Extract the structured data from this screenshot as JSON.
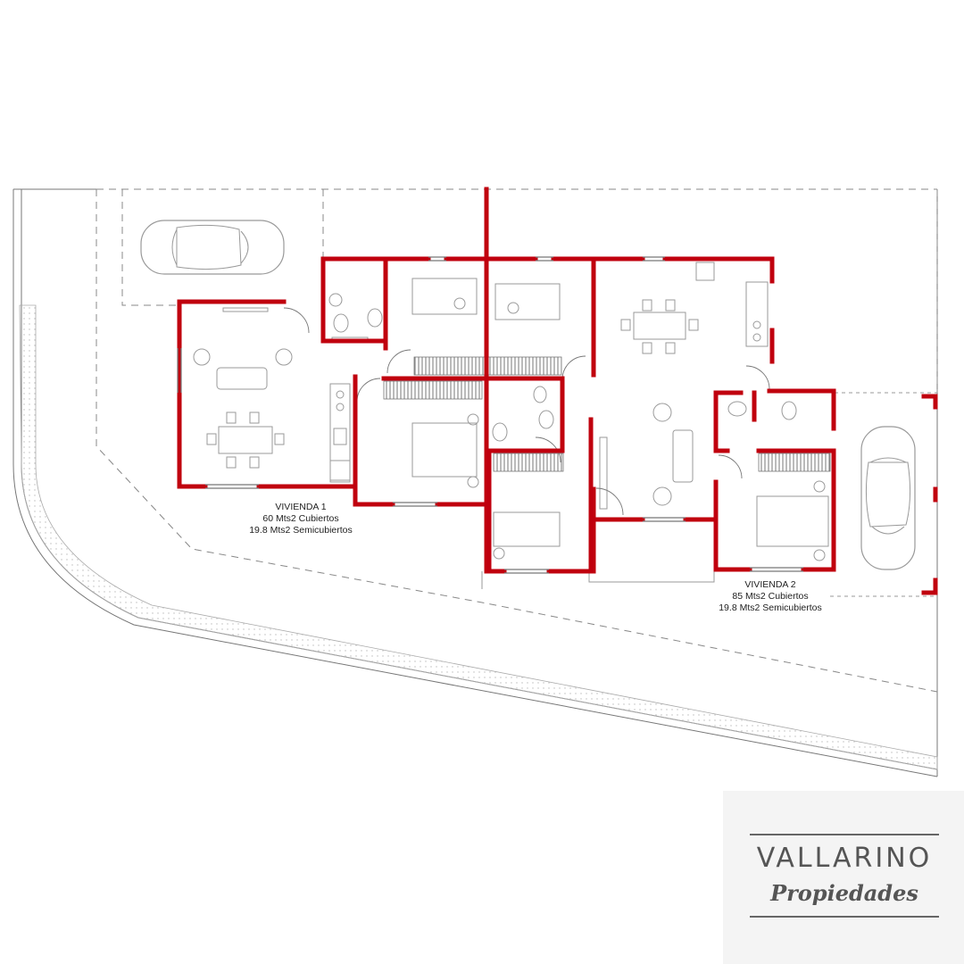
{
  "units": [
    {
      "name": "VIVIENDA 1",
      "covered": "60 Mts2 Cubiertos",
      "semicovered": "19.8 Mts2 Semicubiertos"
    },
    {
      "name": "VIVIENDA 2",
      "covered": "85 Mts2 Cubiertos",
      "semicovered": "19.8 Mts2 Semicubiertos"
    }
  ],
  "brand": {
    "name": "VALLARINO",
    "tagline": "Propiedades"
  },
  "colors": {
    "wall": "#c0000e",
    "line": "#777777",
    "furniture": "#9a9a9a",
    "panel": "#f4f4f4"
  }
}
